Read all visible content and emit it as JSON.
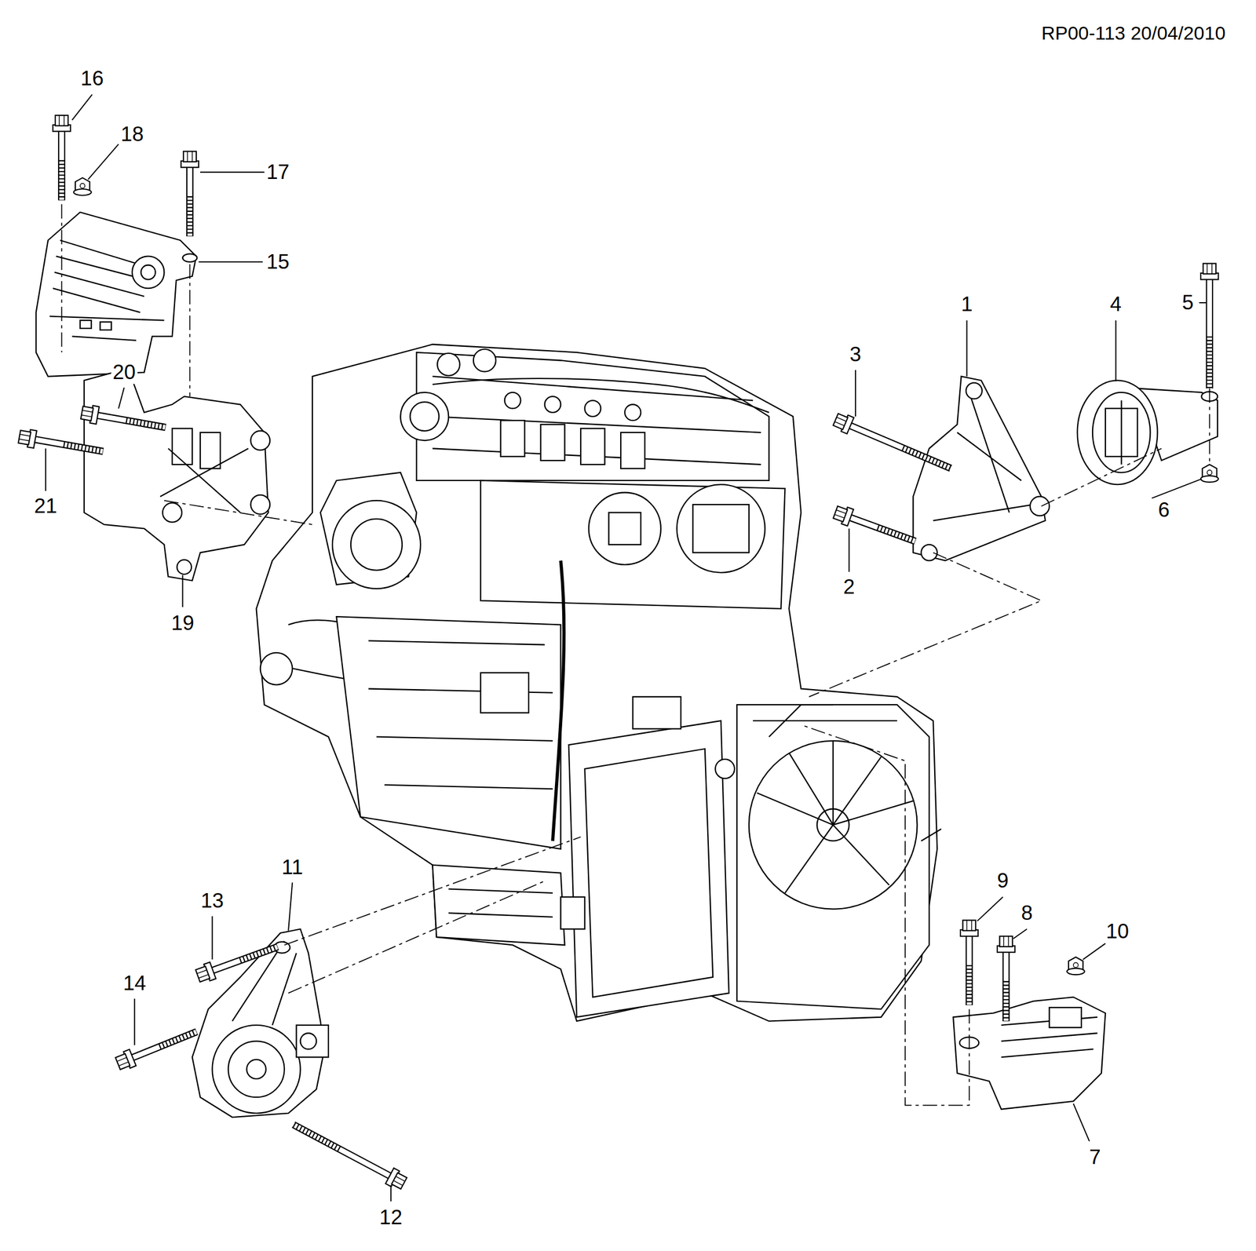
{
  "diagram": {
    "labels": [
      "RP00-113 20/04/2010",
      "16",
      "18",
      "17",
      "15",
      "1",
      "3",
      "4",
      "5",
      "20",
      "21",
      "6",
      "2",
      "19",
      "11",
      "13",
      "9",
      "8",
      "10",
      "14",
      "7",
      "12"
    ]
  }
}
